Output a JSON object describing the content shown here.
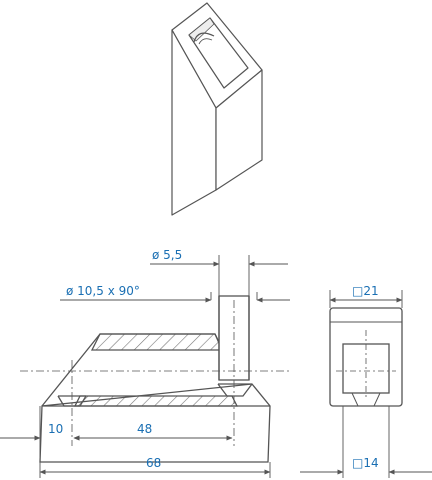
{
  "colors": {
    "line": "#555555",
    "dimension": "#1a6fb3",
    "hatch": "#777777",
    "background": "#ffffff"
  },
  "labels": {
    "hole_diameter": "ø 5,5",
    "countersink": "ø 10,5 x 90°",
    "width_outer": "□21",
    "width_inner": "□14",
    "dim_10": "10",
    "dim_48": "48",
    "dim_68": "68"
  }
}
